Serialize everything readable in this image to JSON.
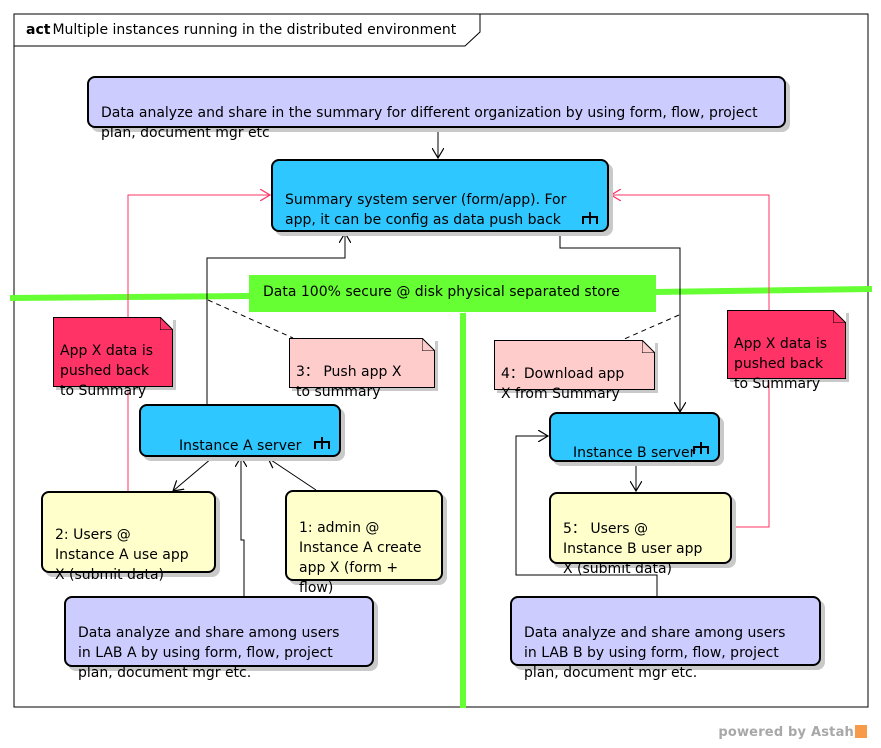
{
  "frame": {
    "keyword": "act",
    "title": "Multiple instances running in the distributed environment"
  },
  "nodes": {
    "top_analyze": "Data analyze and share in the summary for different organization by using form, flow, project plan, document mgr etc",
    "summary_server": "Summary system server (form/app). For app, it can be config as data push back",
    "separator": "Data 100% secure @ disk physical separated store",
    "instance_a": "Instance A server",
    "instance_b": "Instance B server",
    "users_a": "2: Users @\nInstance A use app\nX (submit data)",
    "admin_a": "1: admin @\nInstance A create\napp X (form +\nflow)",
    "users_b": "5：  Users @\nInstance B user app\nX (submit data)",
    "lab_a": "Data analyze and share among users\nin LAB A by using form, flow, project\nplan, document mgr etc.",
    "lab_b": "Data analyze and share among users\nin LAB B by using form, flow, project\nplan, document mgr etc."
  },
  "notes": {
    "push_app": "3： Push app X\nto summary",
    "download_app": "4：Download app\nX from Summary",
    "pushed_back_a": "App X data is\npushed back\nto Summary",
    "pushed_back_b": "App X data is\npushed back\nto Summary"
  },
  "colors": {
    "lavender": "#ccccff",
    "server_blue": "#2fc7ff",
    "yellow": "#ffffcc",
    "note_pink": "#ffcccc",
    "note_red": "#ff3366",
    "separator_green": "#66ff33",
    "flow_red": "#ff3366"
  },
  "watermark": "powered by Astah"
}
